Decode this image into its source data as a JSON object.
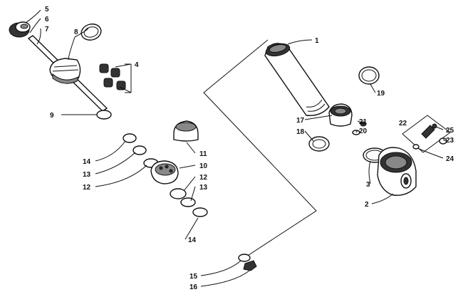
{
  "callouts": [
    "1",
    "2",
    "3",
    "4",
    "5",
    "6",
    "7",
    "8",
    "9",
    "10",
    "11",
    "12",
    "12",
    "13",
    "13",
    "14",
    "14",
    "15",
    "16",
    "17",
    "18",
    "19",
    "20",
    "21",
    "22",
    "23",
    "24",
    "25"
  ]
}
